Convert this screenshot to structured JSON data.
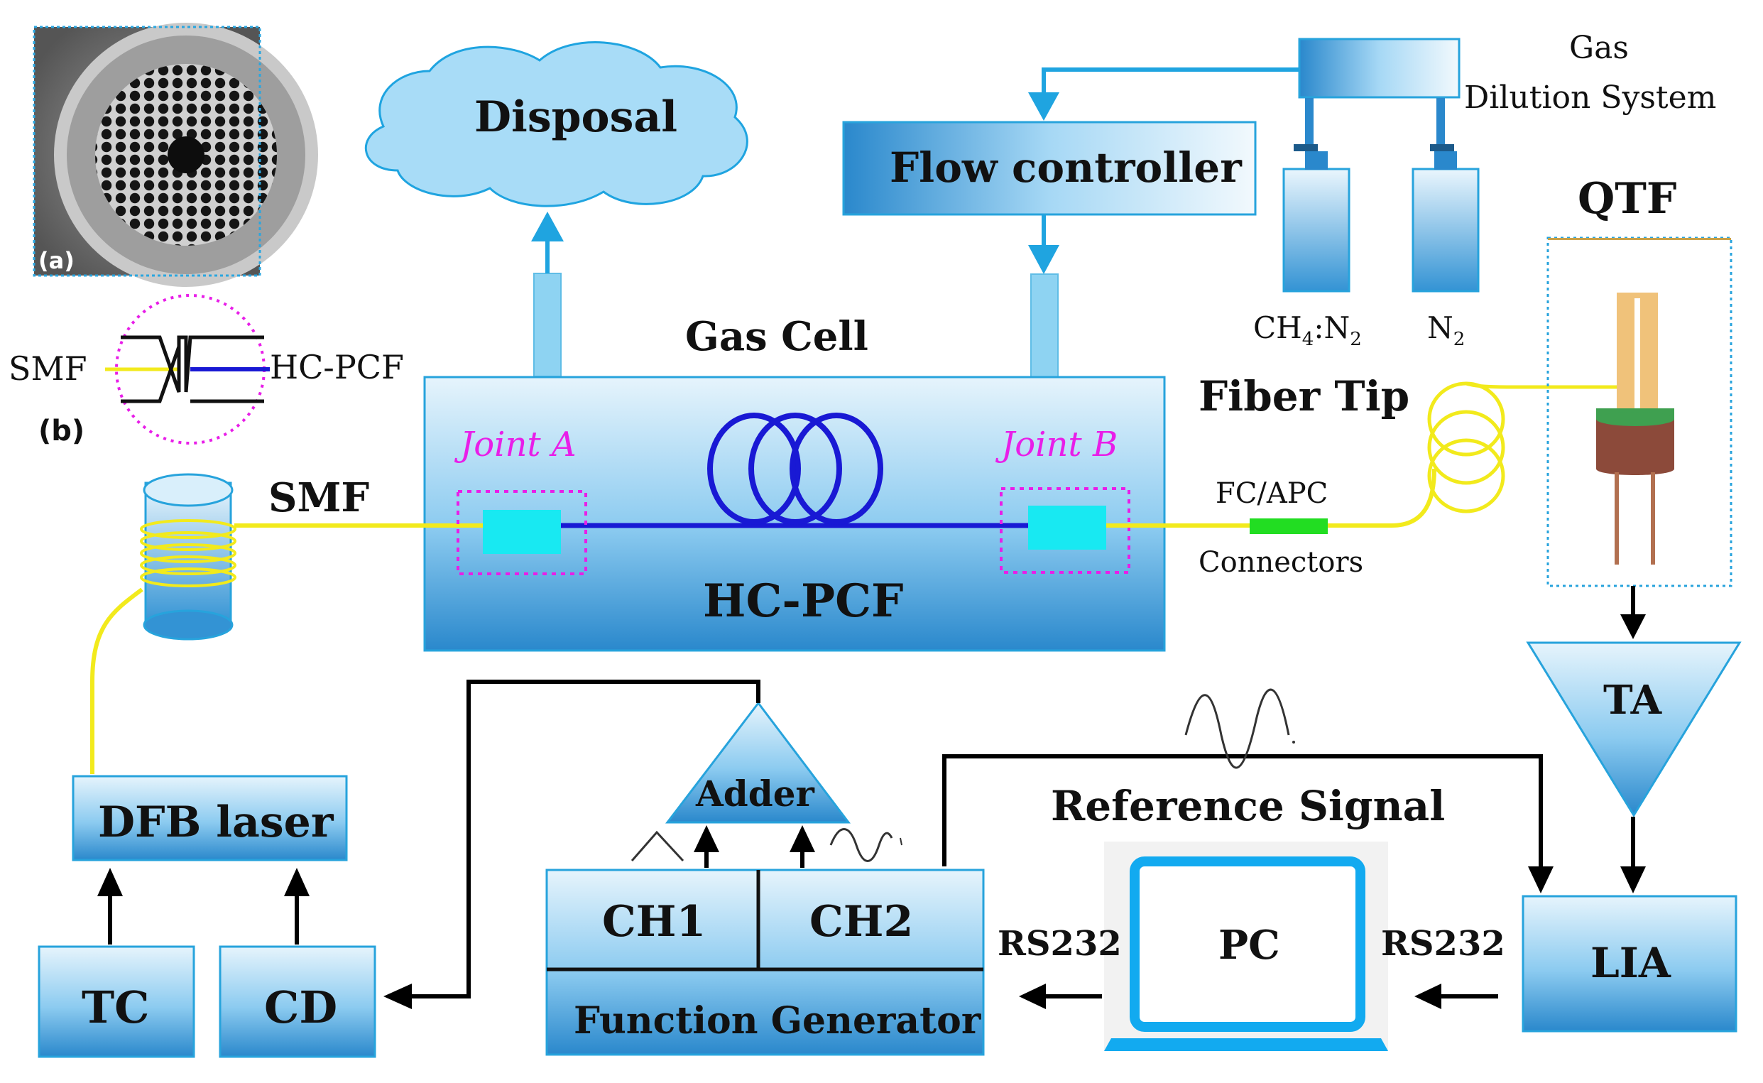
{
  "labels": {
    "disposal": "Disposal",
    "flow_controller": "Flow controller",
    "gas": "Gas",
    "dilution_system": "Dilution System",
    "qtf": "QTF",
    "gas_cell": "Gas Cell",
    "ch4_main": "CH",
    "ch4_sub": "4",
    "ch4_mid": ":N",
    "ch4_sub2": "2",
    "n2_main": "N",
    "n2_sub": "2",
    "fiber_tip": "Fiber Tip",
    "smf_inset": "SMF",
    "hcpcf_inset": "HC-PCF",
    "inset_a": "(a)",
    "inset_b": "(b)",
    "joint_a": "Joint A",
    "joint_b": "Joint B",
    "smf": "SMF",
    "fc_apc": "FC/APC",
    "connectors": "Connectors",
    "hcpcf_cell": "HC-PCF",
    "ta": "TA",
    "adder": "Adder",
    "reference_signal": "Reference Signal",
    "dfb_laser": "DFB laser",
    "ch1": "CH1",
    "ch2": "CH2",
    "rs232_left": "RS232",
    "rs232_right": "RS232",
    "pc": "PC",
    "lia": "LIA",
    "function_generator": "Function Generator",
    "tc": "TC",
    "cd": "CD"
  },
  "colors": {
    "box_top": "#e6f4fc",
    "box_bottom": "#2a88cc",
    "box_border": "#27a3dc",
    "pipe": "#8ed3f2",
    "arrow_blue": "#1fa4e0",
    "fiber_yellow": "#f2ea1c",
    "fiber_blue": "#1919d4",
    "joint_cyan": "#18e9f2",
    "dash_magenta": "#e81ee8",
    "connector_green": "#22dd22",
    "laptop_blue": "#12aaf0",
    "cloud": "#a8dcf7",
    "qtf_tine": "#f0c27a",
    "qtf_body": "#8c4a3a",
    "qtf_pin": "#b27050"
  }
}
